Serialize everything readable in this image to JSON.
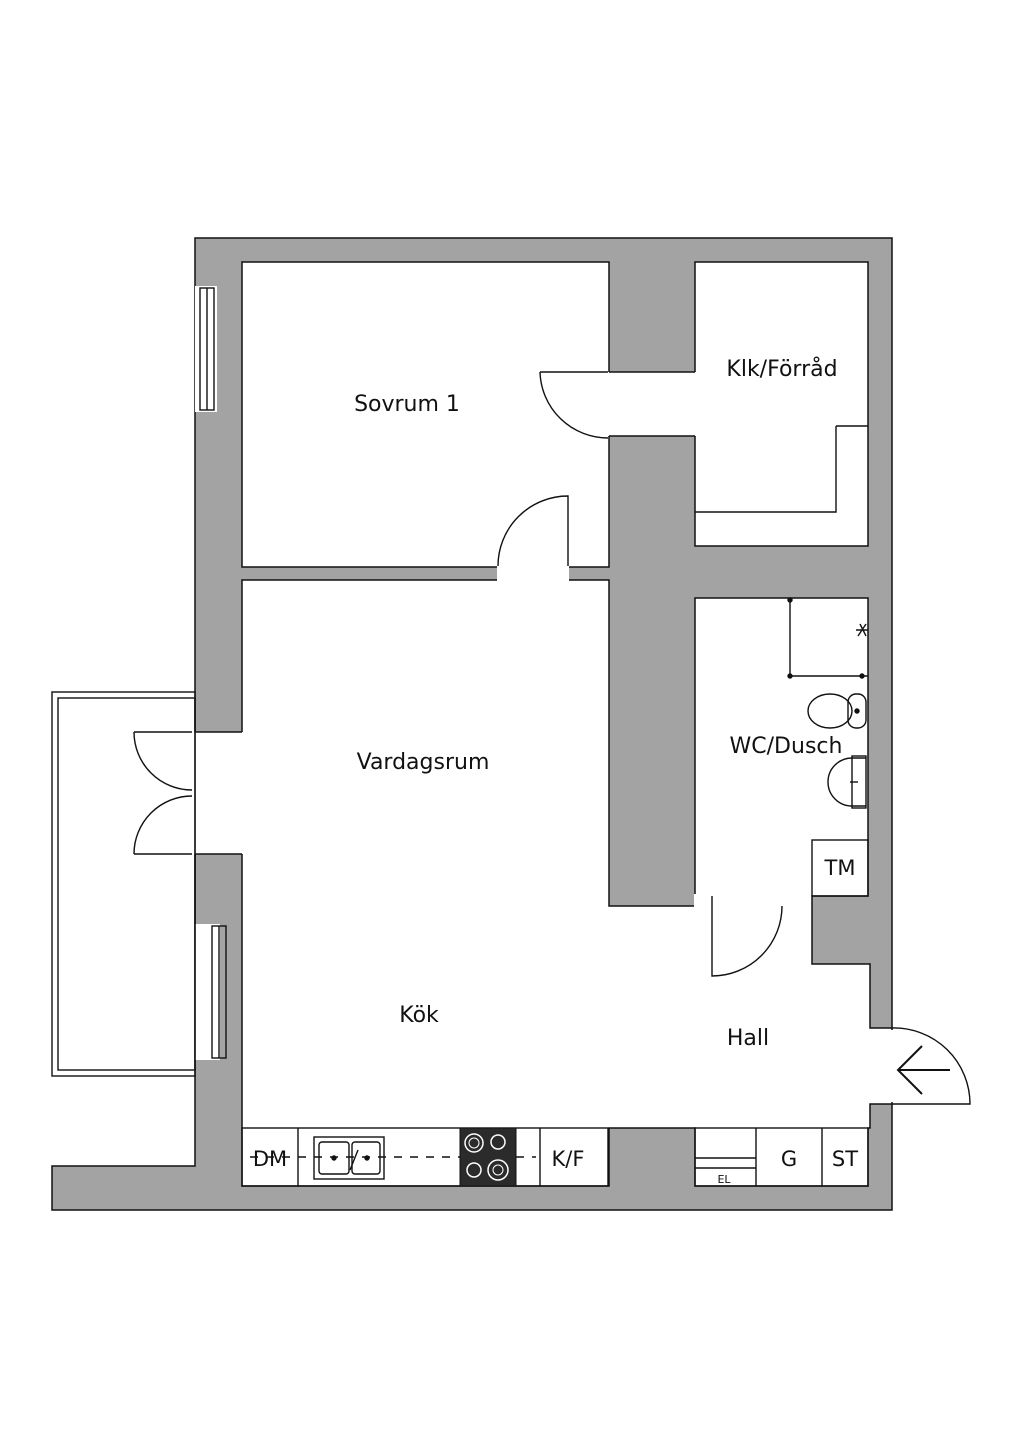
{
  "rooms": {
    "sovrum": "Sovrum 1",
    "klk": "Klk/Förråd",
    "vardagsrum": "Vardagsrum",
    "wc": "WC/Dusch",
    "kok": "Kök",
    "hall": "Hall"
  },
  "fixtures": {
    "dm": "DM",
    "kf": "K/F",
    "tm": "TM",
    "g": "G",
    "st": "ST",
    "el": "EL"
  },
  "colors": {
    "wall": "#a3a3a3",
    "line": "#111111",
    "stove": "#2b2b2b",
    "background": "#ffffff"
  },
  "icons": {
    "entrance": "arrow-left-icon",
    "sink": "double-sink-icon",
    "stove": "stove-icon",
    "toilet": "toilet-icon",
    "basin": "wash-basin-icon",
    "shower": "shower-icon"
  }
}
